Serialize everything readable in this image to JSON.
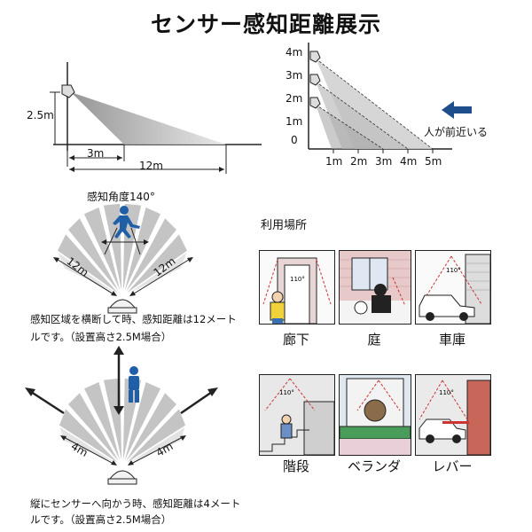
{
  "title": "センサー感知距離展示",
  "side_view": {
    "height_label": "2.5m",
    "near_label": "3m",
    "far_label": "12m"
  },
  "height_chart": {
    "y_ticks": [
      "4m",
      "3m",
      "2m",
      "1m",
      "0"
    ],
    "x_ticks": [
      "1m",
      "2m",
      "3m",
      "4m",
      "5m"
    ],
    "arrow_label": "人が前近いる"
  },
  "fan_top": {
    "title": "感知角度140°",
    "left_label": "12m",
    "right_label": "12m",
    "caption_line1": "感知区域を横断して時、感知距離は12メート",
    "caption_line2": "ルです。（設置高さ2.5M場合）"
  },
  "fan_bottom": {
    "left_label": "4m",
    "right_label": "4m",
    "caption_line1": "縦にセンサーへ向かう時、感知距離は4メート",
    "caption_line2": "ルです。（設置高さ2.5M場合）"
  },
  "usage": {
    "title": "利用場所",
    "angle": "110°",
    "places": [
      {
        "label": "廊下"
      },
      {
        "label": "庭"
      },
      {
        "label": "車庫"
      },
      {
        "label": "階段"
      },
      {
        "label": "ベランダ"
      },
      {
        "label": "レバー"
      }
    ]
  },
  "colors": {
    "arrow_blue": "#1f4e8c",
    "person_blue": "#1f5fa8",
    "beam_gray": "#bdbdbd",
    "line": "#222222"
  }
}
